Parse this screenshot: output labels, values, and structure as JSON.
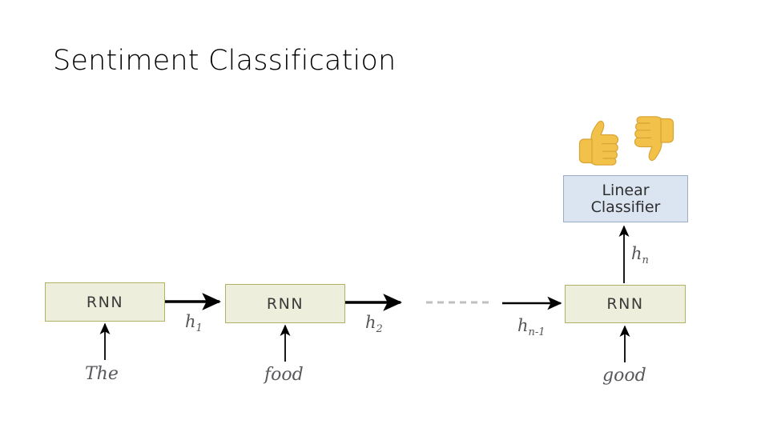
{
  "slide": {
    "title": "Sentiment Classification",
    "background_color": "#ffffff"
  },
  "diagram": {
    "rnn_cells": [
      {
        "label": "RNN",
        "input_word": "The",
        "output_state": "h",
        "output_state_sub": "1"
      },
      {
        "label": "RNN",
        "input_word": "food",
        "output_state": "h",
        "output_state_sub": "2"
      },
      {
        "label": "RNN",
        "input_word": "good",
        "output_state": "h",
        "output_state_sub": "n"
      }
    ],
    "incoming_state_to_last_cell": {
      "symbol": "h",
      "sub": "n-1"
    },
    "classifier": {
      "line1": "Linear",
      "line2": "Classifier",
      "fill_color": "#dbe5f1",
      "border_color": "#9badc4"
    },
    "sentiment_icons": [
      {
        "name": "thumbs-up-emoji",
        "glyph": "👍",
        "color": "#f3c04a"
      },
      {
        "name": "thumbs-down-emoji",
        "glyph": "👎",
        "color": "#f3c04a"
      }
    ],
    "rnn_box_fill_color": "#eeeedd",
    "rnn_box_border_color": "#b2b266",
    "arrow_color": "#000000",
    "ellipsis_color": "#bfbfbf",
    "label_color": "#55565a"
  }
}
